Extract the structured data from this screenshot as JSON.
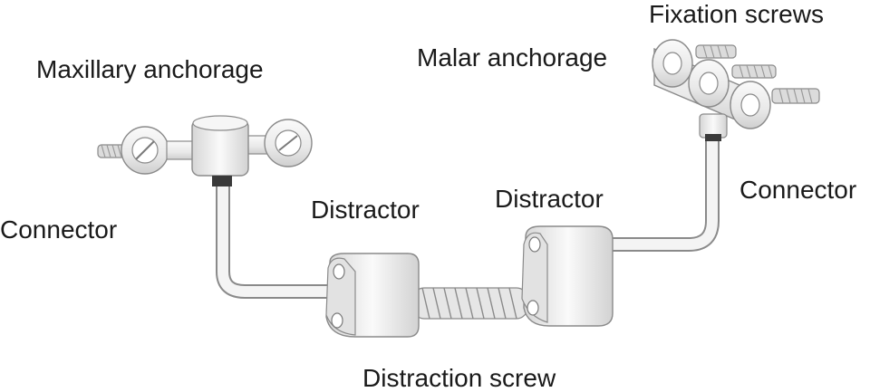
{
  "labels": {
    "maxillary_anchorage": "Maxillary anchorage",
    "malar_anchorage": "Malar anchorage",
    "fixation_screws": "Fixation screws",
    "connector_left": "Connector",
    "connector_right": "Connector",
    "distractor_left": "Distractor",
    "distractor_right": "Distractor",
    "distraction_screw": "Distraction screw"
  },
  "colors": {
    "device_fill": "#efefef",
    "device_stroke": "#8a8a8a",
    "shadow": "#cfcfcf",
    "text": "#1a1a1a"
  }
}
